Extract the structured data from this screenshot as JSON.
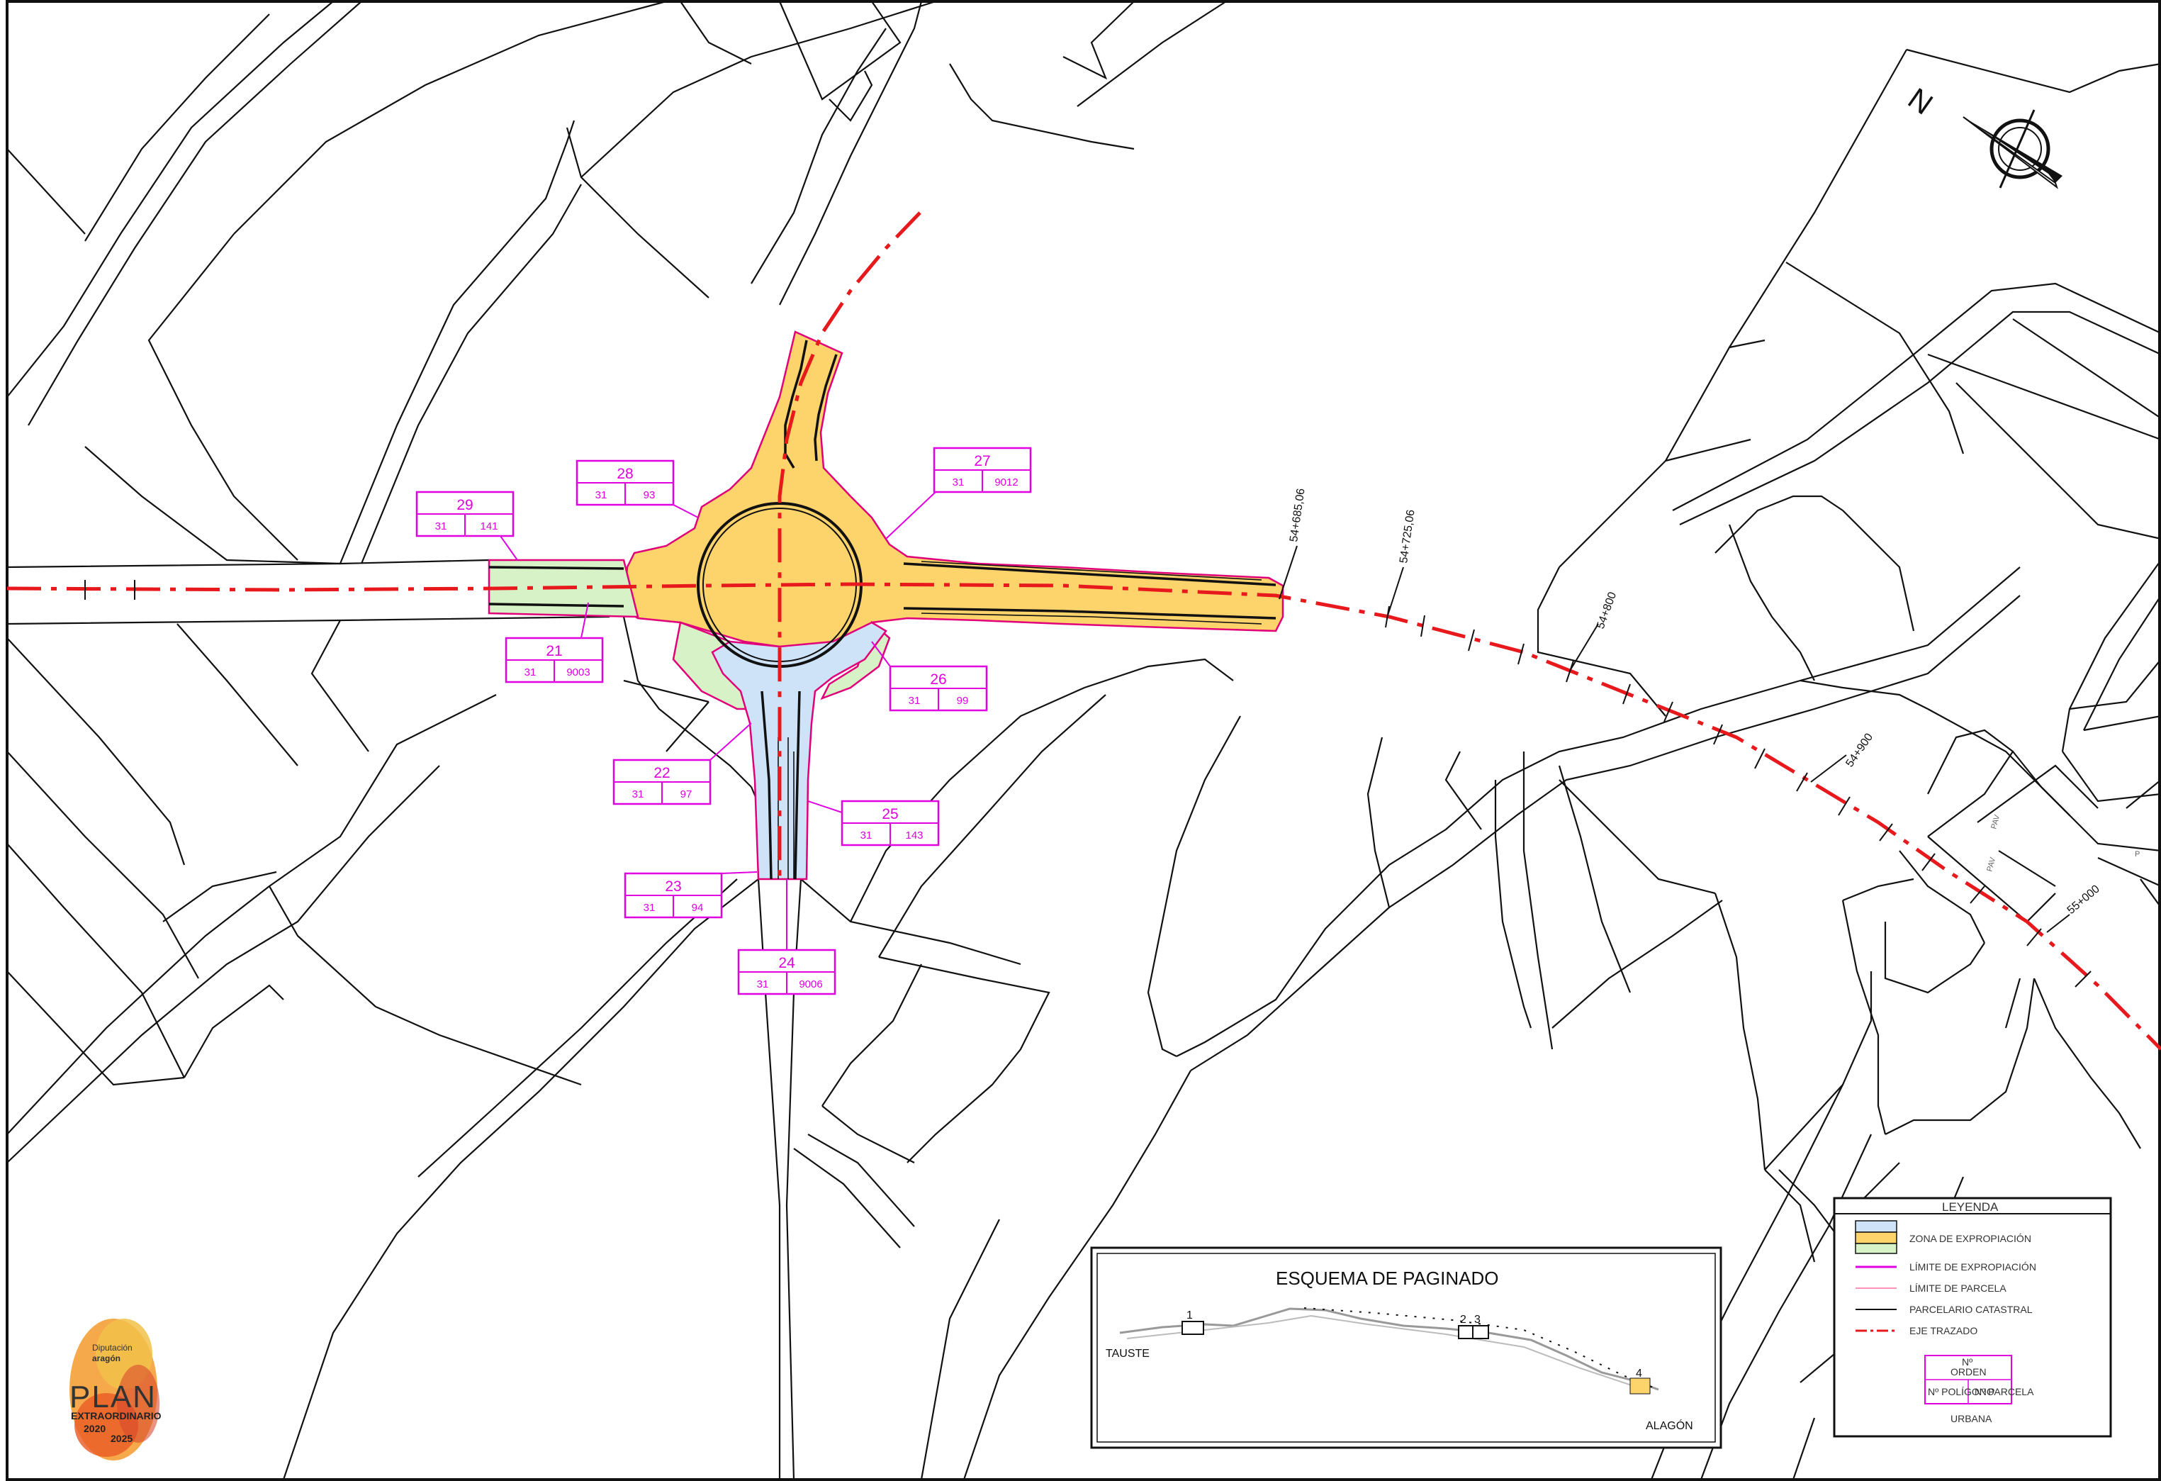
{
  "map": {
    "chainages": [
      "54+685,06",
      "54+725,06",
      "54+800",
      "54+900",
      "55+000"
    ],
    "parcels": [
      {
        "order": "29",
        "poligono": "31",
        "parcela": "141"
      },
      {
        "order": "28",
        "poligono": "31",
        "parcela": "93"
      },
      {
        "order": "27",
        "poligono": "31",
        "parcela": "9012"
      },
      {
        "order": "21",
        "poligono": "31",
        "parcela": "9003"
      },
      {
        "order": "26",
        "poligono": "31",
        "parcela": "99"
      },
      {
        "order": "22",
        "poligono": "31",
        "parcela": "97"
      },
      {
        "order": "25",
        "poligono": "31",
        "parcela": "143"
      },
      {
        "order": "23",
        "poligono": "31",
        "parcela": "94"
      },
      {
        "order": "24",
        "poligono": "31",
        "parcela": "9006"
      }
    ],
    "parcel_tiny_labels": [
      "P",
      "PAV",
      "PAV"
    ]
  },
  "north_arrow": {
    "letter": "N"
  },
  "legend": {
    "title": "LEYENDA",
    "items": [
      "ZONA DE EXPROPIACIÓN",
      "LÍMITE DE EXPROPIACIÓN",
      "LÍMITE DE PARCELA",
      "PARCELARIO CATASTRAL",
      "EJE TRAZADO"
    ],
    "key_box": {
      "line1": "Nº",
      "line2": "ORDEN",
      "left": "Nº POLÍGONO",
      "right": "Nº PARCELA"
    },
    "footer": "URBANA",
    "colors": {
      "blue": "#cfe3f8",
      "yellow": "#fdd36b",
      "green": "#d7f2c6",
      "magenta": "#e000e0",
      "pink": "#ff6f9f",
      "red": "#e8191d"
    }
  },
  "esquema": {
    "title": "ESQUEMA DE PAGINADO",
    "start": "TAUSTE",
    "end": "ALAGÓN",
    "pages": [
      "1",
      "2",
      "3",
      "4"
    ]
  },
  "logo": {
    "line1": "Diputación",
    "line2": "aragón",
    "big": "PLAN",
    "mid": "EXTRAORDINARIO",
    "years": [
      "2020",
      "2025"
    ]
  }
}
